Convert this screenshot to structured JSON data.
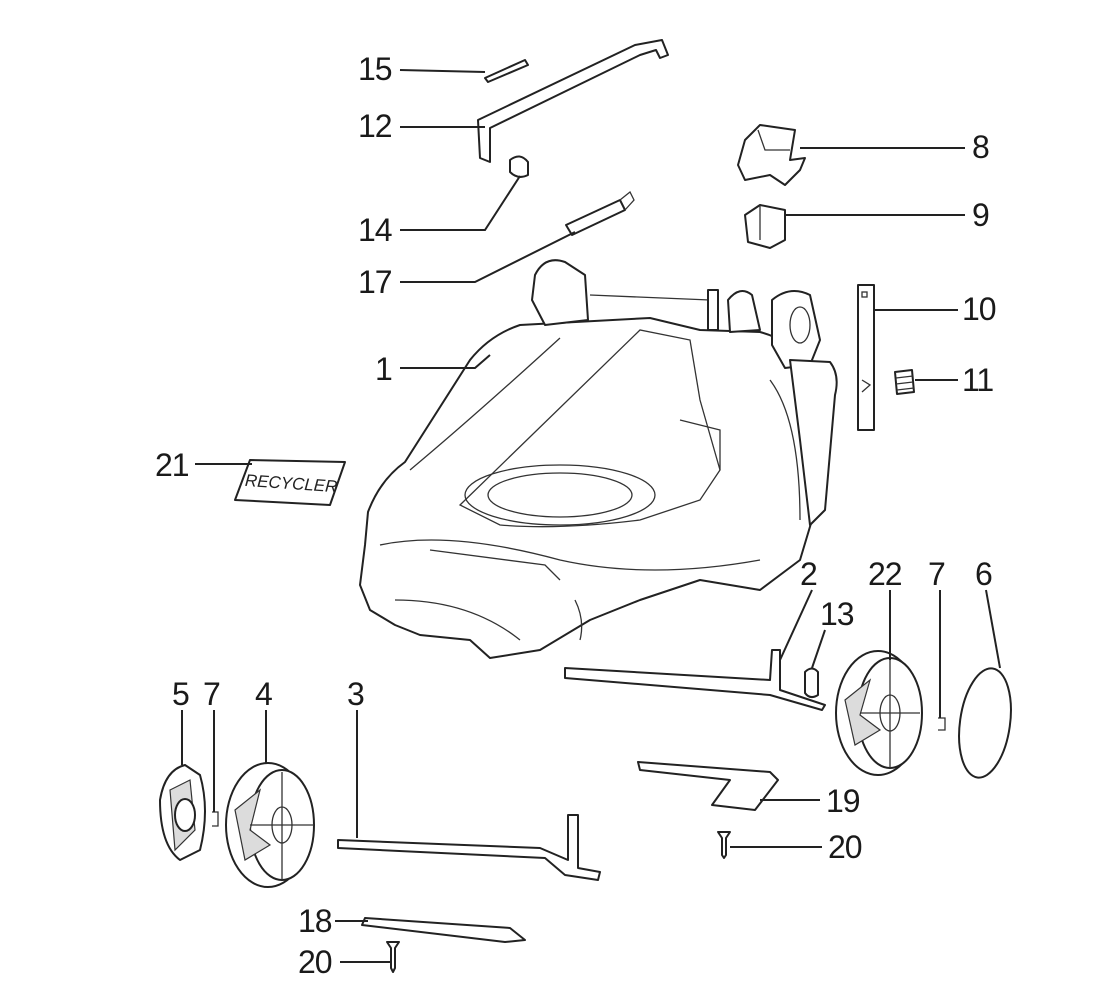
{
  "labels": {
    "p1": "1",
    "p2": "2",
    "p3": "3",
    "p4": "4",
    "p5": "5",
    "p6": "6",
    "p7a": "7",
    "p7b": "7",
    "p8": "8",
    "p9": "9",
    "p10": "10",
    "p11": "11",
    "p12": "12",
    "p13": "13",
    "p14": "14",
    "p15": "15",
    "p17": "17",
    "p18": "18",
    "p19": "19",
    "p20a": "20",
    "p20b": "20",
    "p21": "21",
    "p22": "22"
  },
  "decal": {
    "text": "RECYCLER"
  }
}
